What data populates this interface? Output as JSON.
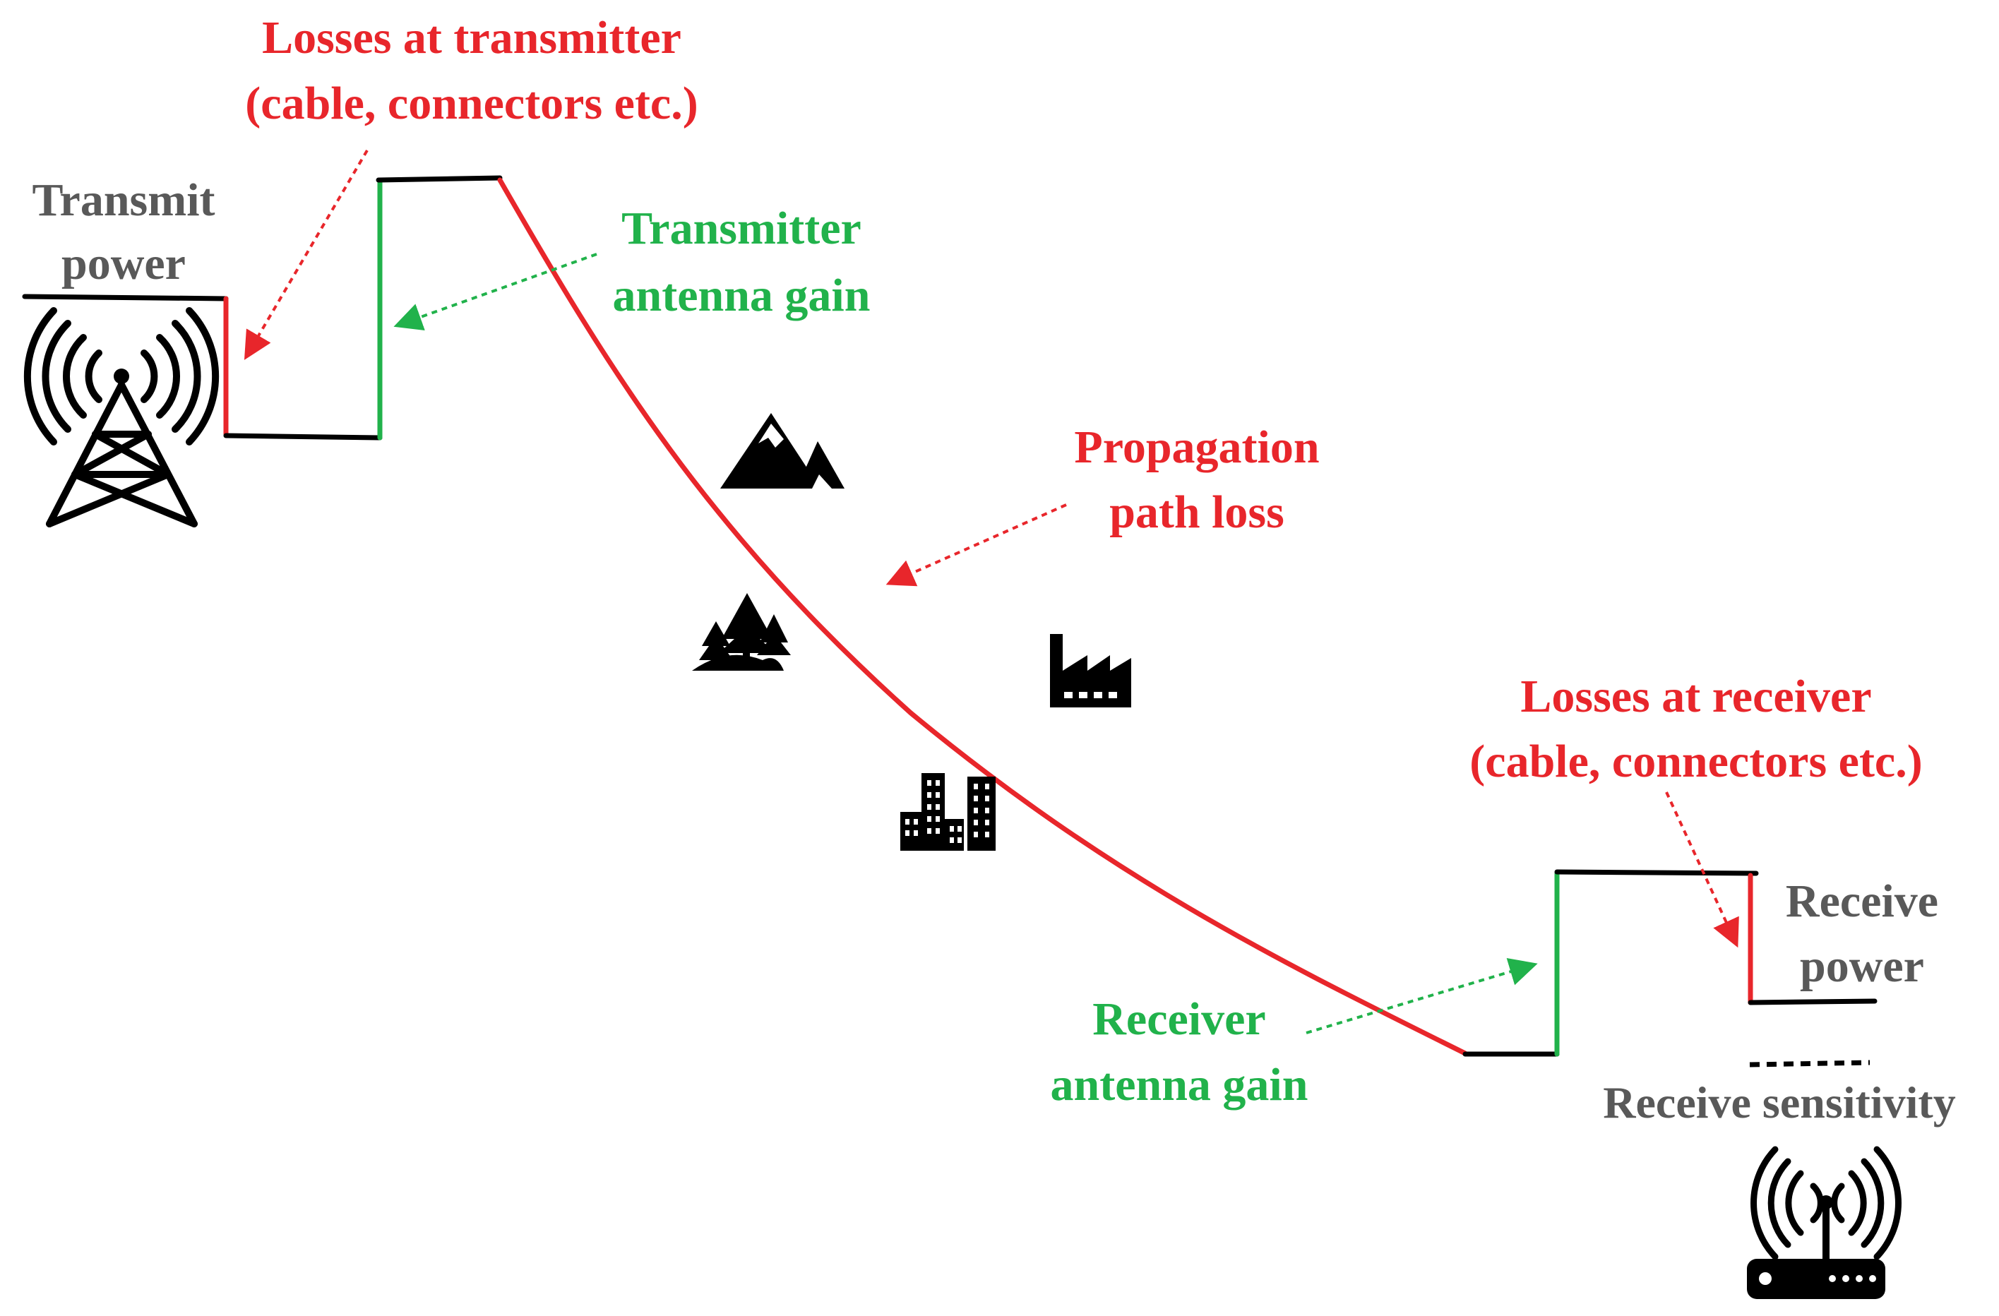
{
  "colors": {
    "loss": "#e8262b",
    "gain": "#21b24b",
    "level": "#000000",
    "neutral": "#595959",
    "icon": "#000000"
  },
  "labels": {
    "transmit_power": [
      "Transmit",
      "power"
    ],
    "tx_losses": [
      "Losses at transmitter",
      "(cable, connectors etc.)"
    ],
    "tx_gain": [
      "Transmitter",
      "antenna gain"
    ],
    "path_loss": [
      "Propagation",
      "path loss"
    ],
    "rx_losses": [
      "Losses at receiver",
      "(cable, connectors etc.)"
    ],
    "rx_gain": [
      "Receiver",
      "antenna gain"
    ],
    "receive_power": [
      "Receive",
      "power"
    ],
    "receive_sensitivity": "Receive sensitivity"
  },
  "icons": [
    "transmission-tower-icon",
    "mountain-icon",
    "forest-icon",
    "factory-icon",
    "city-buildings-icon",
    "wifi-router-icon"
  ]
}
